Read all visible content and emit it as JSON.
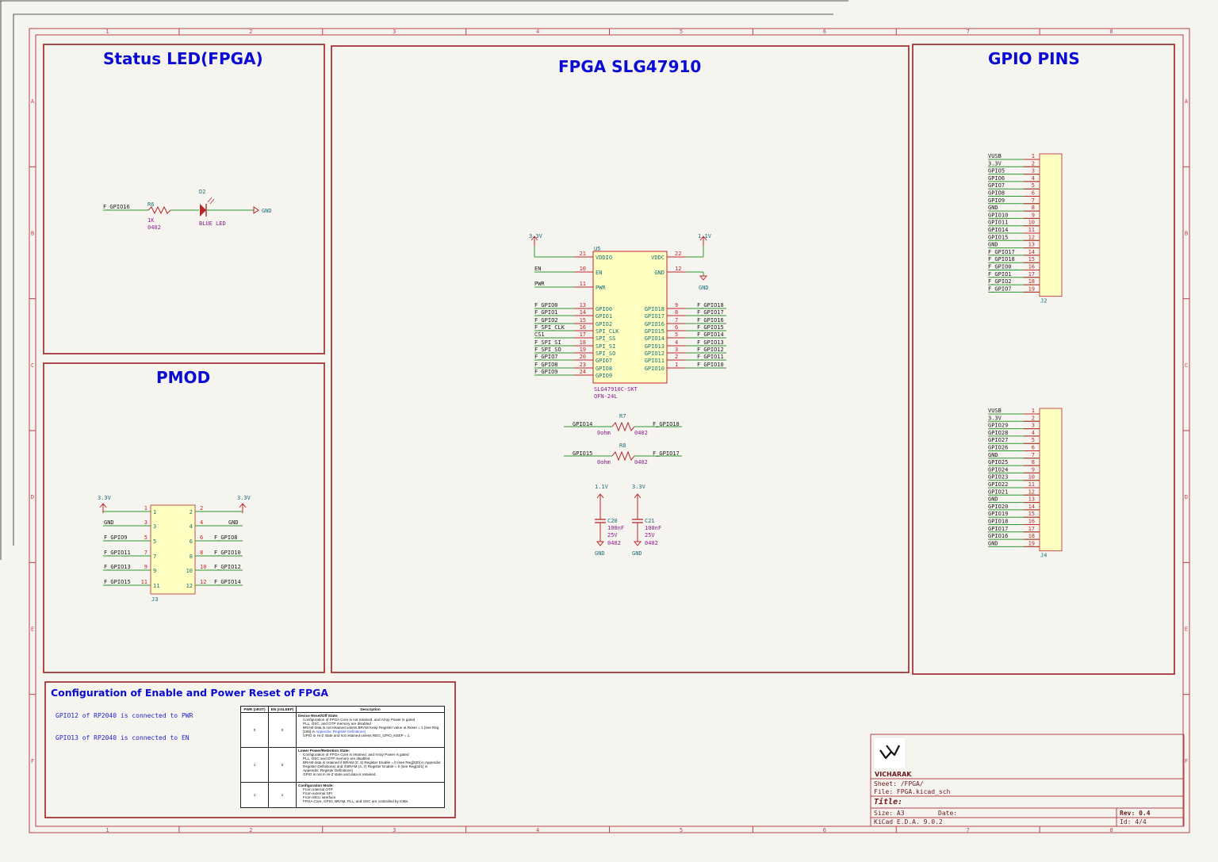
{
  "colors": {
    "frame": "#b8454a",
    "wire": "#2d9a2d",
    "pin": "#c0262a",
    "body": "#ffffc2",
    "label": "#1b1b1b",
    "value": "#8c1a8c",
    "ref": "#17707a",
    "title": "#0a0ad2"
  },
  "frame": {
    "columns": [
      "1",
      "2",
      "3",
      "4",
      "5",
      "6",
      "7",
      "8"
    ],
    "rows": [
      "A",
      "B",
      "C",
      "D",
      "E",
      "F"
    ]
  },
  "sections": {
    "status_led": "Status LED(FPGA)",
    "fpga": "FPGA SLG47910",
    "gpio": "GPIO PINS",
    "pmod": "PMOD",
    "config": "Configuration of Enable and Power Reset of FPGA"
  },
  "led": {
    "net": "F_GPIO16",
    "r_ref": "R6",
    "r_val": "1K",
    "r_pkg": "0402",
    "d_ref": "D2",
    "d_val": "BLUE LED",
    "gnd": "GND"
  },
  "fpga": {
    "ref": "U5",
    "value": "SLG47910C-SKT",
    "package": "QFN-24L",
    "left_pins": [
      {
        "net": "3.3V",
        "num": "21",
        "name": "VDDIO"
      },
      {
        "net": "EN",
        "num": "10",
        "name": "EN"
      },
      {
        "net": "PWR",
        "num": "11",
        "name": "PWR"
      },
      {
        "net": "F_GPIO0",
        "num": "13",
        "name": "GPIO0"
      },
      {
        "net": "F_GPIO1",
        "num": "14",
        "name": "GPIO1"
      },
      {
        "net": "F_GPIO2",
        "num": "15",
        "name": "GPIO2"
      },
      {
        "net": "F_SPI_CLK",
        "num": "16",
        "name": "SPI_CLK"
      },
      {
        "net": "CS1",
        "num": "17",
        "name": "SPI_SS"
      },
      {
        "net": "F_SPI_SI",
        "num": "18",
        "name": "SPI_SI"
      },
      {
        "net": "F_SPI_SO",
        "num": "19",
        "name": "SPI_SO"
      },
      {
        "net": "F_GPIO7",
        "num": "20",
        "name": "GPIO7"
      },
      {
        "net": "F_GPIO8",
        "num": "23",
        "name": "GPIO8"
      },
      {
        "net": "F_GPIO9",
        "num": "24",
        "name": "GPIO9"
      }
    ],
    "right_pins": [
      {
        "net": "1.1V",
        "num": "22",
        "name": "VDDC"
      },
      {
        "net": "GND",
        "num": "12",
        "name": "GND"
      },
      {
        "net": "F_GPIO18",
        "num": "9",
        "name": "GPIO18"
      },
      {
        "net": "F_GPIO17",
        "num": "8",
        "name": "GPIO17"
      },
      {
        "net": "F_GPIO16",
        "num": "7",
        "name": "GPIO16"
      },
      {
        "net": "F_GPIO15",
        "num": "6",
        "name": "GPIO15"
      },
      {
        "net": "F_GPIO14",
        "num": "5",
        "name": "GPIO14"
      },
      {
        "net": "F_GPIO13",
        "num": "4",
        "name": "GPIO13"
      },
      {
        "net": "F_GPIO12",
        "num": "3",
        "name": "GPIO12"
      },
      {
        "net": "F_GPIO11",
        "num": "2",
        "name": "GPIO11"
      },
      {
        "net": "F_GPIO10",
        "num": "1",
        "name": "GPIO10"
      }
    ],
    "resistors": [
      {
        "ref": "R7",
        "val": "0ohm",
        "pkg": "0402",
        "left": "GPIO14",
        "right": "F_GPIO18"
      },
      {
        "ref": "R8",
        "val": "0ohm",
        "pkg": "0402",
        "left": "GPIO15",
        "right": "F_GPIO17"
      }
    ],
    "caps": [
      {
        "ref": "C20",
        "val": "100nF",
        "volt": "25V",
        "pkg": "0402",
        "rail": "1.1V",
        "gnd": "GND"
      },
      {
        "ref": "C21",
        "val": "100nF",
        "volt": "25V",
        "pkg": "0402",
        "rail": "3.3V",
        "gnd": "GND"
      }
    ]
  },
  "j2": {
    "ref": "J2",
    "nets": [
      "VUSB",
      "3.3V",
      "GPIO5",
      "GPIO6",
      "GPIO7",
      "GPIO8",
      "GPIO9",
      "GND",
      "GPIO10",
      "GPIO11",
      "GPIO14",
      "GPIO15",
      "GND",
      "F_GPIO17",
      "F_GPIO18",
      "F_GPIO0",
      "F_GPIO1",
      "F_GPIO2",
      "F_GPIO7"
    ]
  },
  "j4": {
    "ref": "J4",
    "nets": [
      "VUSB",
      "3.3V",
      "GPIO29",
      "GPIO28",
      "GPIO27",
      "GPIO26",
      "GND",
      "GPIO25",
      "GPIO24",
      "GPIO23",
      "GPIO22",
      "GPIO21",
      "GND",
      "GPIO20",
      "GPIO19",
      "GPIO18",
      "GPIO17",
      "GPIO16",
      "GND"
    ]
  },
  "pmod": {
    "ref": "J3",
    "rows": [
      {
        "ln": "3.3V",
        "lp": "1",
        "rp": "2",
        "rn": "3.3V"
      },
      {
        "ln": "GND",
        "lp": "3",
        "rp": "4",
        "rn": "GND"
      },
      {
        "ln": "F_GPIO9",
        "lp": "5",
        "rp": "6",
        "rn": "F_GPIO8"
      },
      {
        "ln": "F_GPIO11",
        "lp": "7",
        "rp": "8",
        "rn": "F_GPIO10"
      },
      {
        "ln": "F_GPIO13",
        "lp": "9",
        "rp": "10",
        "rn": "F_GPIO12"
      },
      {
        "ln": "F_GPIO15",
        "lp": "11",
        "rp": "12",
        "rn": "F_GPIO14"
      }
    ]
  },
  "config": {
    "notes": [
      "GPIO12 of RP2040 is connected to PWR",
      "GPIO13 of RP2040 is connected to EN"
    ],
    "table": {
      "headers": [
        "PWR (nRST)",
        "EN (nSLEEP)",
        "Description"
      ],
      "rows": [
        {
          "pwr": "0",
          "en": "X",
          "title": "Device Reset/Off State:",
          "items": [
            "Configuration of FPGA Core is not retained, and Array Power is gated",
            "PLL, OSC, and OTP memory are disabled",
            "BRAM data is not retained unless BRAM Keep Register value at Reset = 1 (see Reg [165] in",
            "GPIO in Hi-Z state and not retained unless REG_GPIO_KEEP = 1."
          ],
          "link": "Appendix: Register Definitions)"
        },
        {
          "pwr": "1",
          "en": "0",
          "title": "Lower Power/Retention State:",
          "items": [
            "Configuration of FPGA Core is retained, and Array Power is gated",
            "PLL, OSC and OTP memory are disabled",
            "BRAM data is retained if BRAM (0..3) Register Enable = 0 (see Reg[320] in Appendix: Register Definitions) and if BRAM (4..7) Register Enable = 0 (see Reg[321] in Appendix: Register Definitions)",
            "GPIO is not in Hi-Z state and data is retained."
          ],
          "link": ""
        },
        {
          "pwr": "1",
          "en": "1",
          "title": "Configuration Mode:",
          "items": [
            "From internal OTP",
            "From external SPI",
            "From MCU interface",
            "FPGA Core, GPIO, BRAM, PLL, and OSC are controlled by IOBs."
          ],
          "link": ""
        }
      ]
    }
  },
  "title_block": {
    "company": "VICHARAK",
    "sheet": "Sheet: /FPGA/",
    "file": "File: FPGA.kicad_sch",
    "title_label": "Title:",
    "size": "Size: A3",
    "date": "Date:",
    "tool": "KiCad E.D.A. 9.0.2",
    "rev": "Rev: 0.4",
    "id": "Id: 4/4"
  }
}
